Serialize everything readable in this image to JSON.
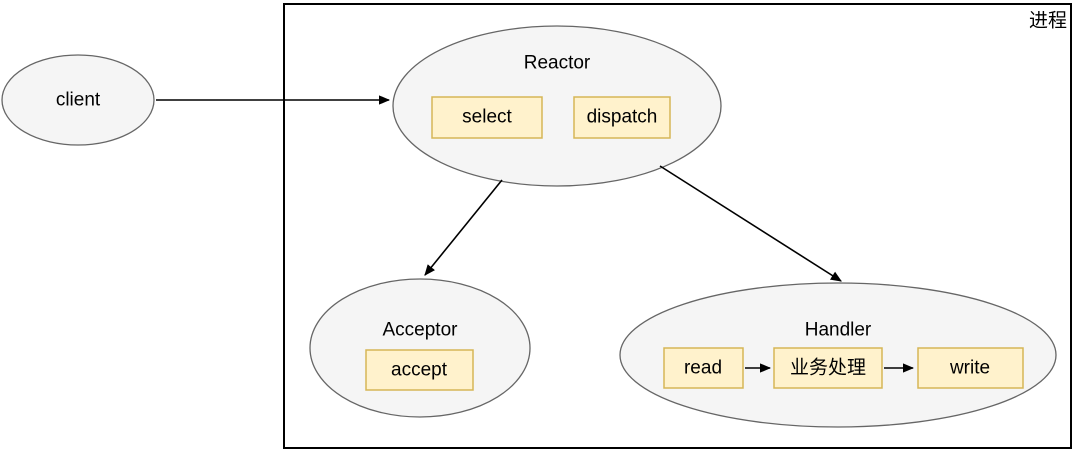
{
  "diagram": {
    "process_box": {
      "label": "进程"
    },
    "nodes": {
      "client": {
        "label": "client"
      },
      "reactor": {
        "title": "Reactor",
        "select_label": "select",
        "dispatch_label": "dispatch"
      },
      "acceptor": {
        "title": "Acceptor",
        "accept_label": "accept"
      },
      "handler": {
        "title": "Handler",
        "read_label": "read",
        "business_label": "业务处理",
        "write_label": "write"
      }
    },
    "colors": {
      "node_fill": "#f5f5f5",
      "node_stroke": "#666666",
      "box_fill": "#fff2cc",
      "box_stroke": "#d6b656",
      "frame_stroke": "#000000",
      "arrow": "#000000",
      "text": "#000000"
    }
  }
}
